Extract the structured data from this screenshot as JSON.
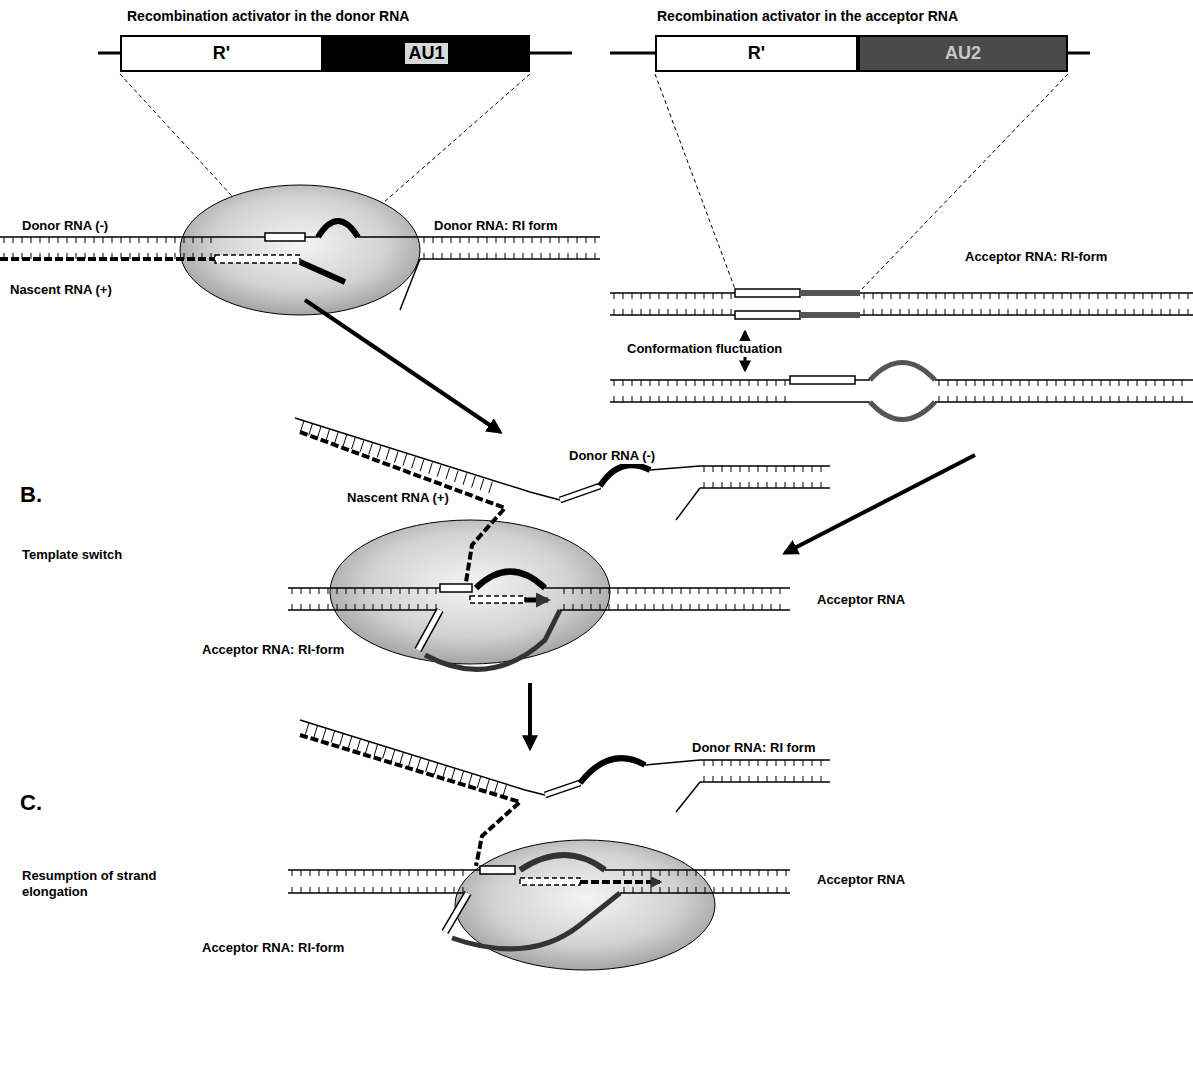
{
  "diagram": {
    "nodes": [
      {
        "text": [
          "R'"
        ]
      },
      {
        "text": [
          "AU1"
        ]
      },
      {
        "text": [
          "R'"
        ]
      },
      {
        "text": [
          "AU2"
        ]
      }
    ],
    "labels": [
      "Recombination activator in the donor RNA",
      "Recombination activator in the acceptor RNA",
      "Donor RNA (-)",
      "Donor RNA: RI form",
      "Nascent RNA (+)",
      "Acceptor RNA: RI-form",
      "Conformation fluctuation",
      "B.",
      "Template switch",
      "Donor RNA (-)",
      "Nascent RNA (+)",
      "Acceptor RNA",
      "Acceptor RNA: RI-form",
      "C.",
      "Resumption of strand elongation",
      "Donor RNA: RI form",
      "Acceptor RNA",
      "Acceptor RNA: RI-form"
    ]
  }
}
